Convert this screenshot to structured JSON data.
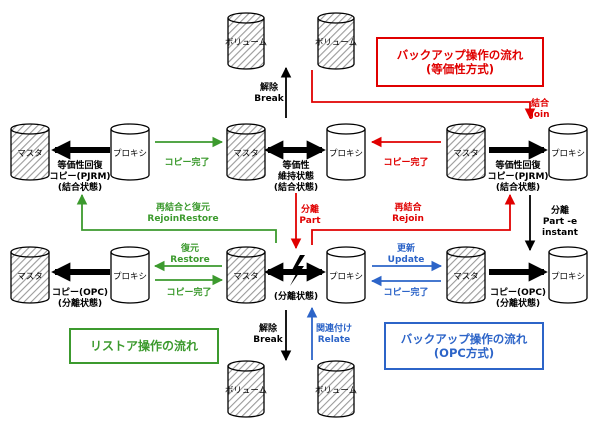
{
  "colors": {
    "red": "#e00000",
    "green": "#3c9a2e",
    "blue": "#2c64c8",
    "black": "#000000",
    "hatch_gray": "#9a9a9a"
  },
  "cylinders": {
    "master": "マスタ",
    "proxy": "プロキシ",
    "volume": "ボリューム"
  },
  "states": {
    "top_left": [
      "等価性回復",
      "コピー(PJRM)",
      "(結合状態)"
    ],
    "top_center": [
      "等価性",
      "維持状態",
      "(結合状態)"
    ],
    "top_right": [
      "等価性回復",
      "コピー(PJRM)",
      "(結合状態)"
    ],
    "bottom_left": [
      "コピー(OPC)",
      "(分離状態)"
    ],
    "bottom_center": [
      "(分離状態)"
    ],
    "bottom_right": [
      "コピー(OPC)",
      "(分離状態)"
    ]
  },
  "labels": {
    "break_top": [
      "解除",
      "Break"
    ],
    "break_bottom": [
      "解除",
      "Break"
    ],
    "join": [
      "結合",
      "Join"
    ],
    "copy_done_green_top": "コピー完了",
    "copy_done_red": "コピー完了",
    "rejoin_restore": [
      "再結合と復元",
      "RejoinRestore"
    ],
    "part": [
      "分離",
      "Part"
    ],
    "rejoin": [
      "再結合",
      "Rejoin"
    ],
    "part_instant": [
      "分離",
      "Part -e",
      "instant"
    ],
    "restore": [
      "復元",
      "Restore"
    ],
    "copy_done_green_bottom": "コピー完了",
    "update": [
      "更新",
      "Update"
    ],
    "copy_done_blue": "コピー完了",
    "relate": [
      "関連付け",
      "Relate"
    ]
  },
  "boxes": {
    "backup_equiv": [
      "バックアップ操作の流れ",
      "(等価性方式)"
    ],
    "restore_flow": [
      "リストア操作の流れ"
    ],
    "backup_opc": [
      "バックアップ操作の流れ",
      "(OPC方式)"
    ]
  }
}
